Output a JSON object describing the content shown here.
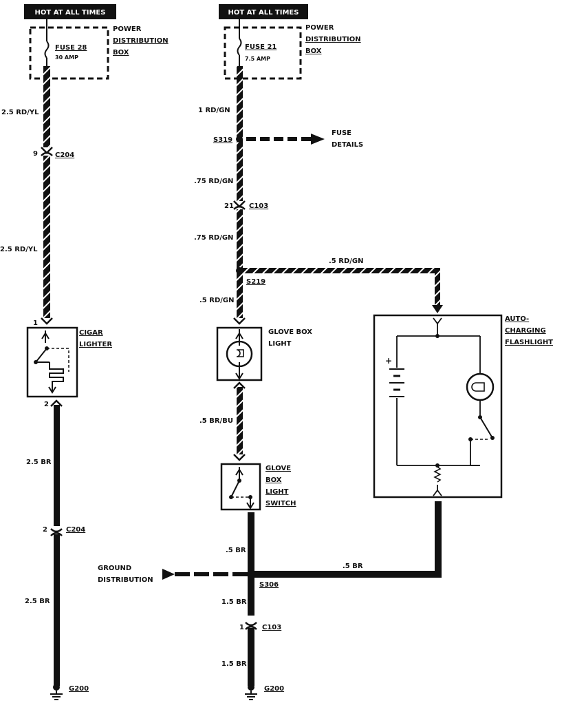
{
  "header_left": "HOT AT ALL TIMES",
  "header_right": "HOT AT ALL TIMES",
  "fuse_left": {
    "name": "FUSE 28",
    "rating": "30 AMP"
  },
  "fuse_right": {
    "name": "FUSE 21",
    "rating": "7.5 AMP"
  },
  "pdb_left": [
    "POWER",
    "DISTRIBUTION",
    "BOX"
  ],
  "pdb_right": [
    "POWER",
    "DISTRIBUTION",
    "BOX"
  ],
  "left": {
    "wire1": "2.5 RD/YL",
    "c204_top_pin": "9",
    "c204_top": "C204",
    "wire2": "2.5 RD/YL",
    "lighter_pin1": "1",
    "lighter_pin2": "2",
    "lighter_label": [
      "CIGAR",
      "LIGHTER"
    ],
    "wire3": "2.5 BR",
    "c204_bot_pin": "2",
    "c204_bot": "C204",
    "wire4": "2.5 BR",
    "ground": "G200"
  },
  "right": {
    "wire1": "1 RD/GN",
    "s319": "S319",
    "fuse_details": [
      "FUSE",
      "DETAILS"
    ],
    "wire2": ".75 RD/GN",
    "c103_top_pin": "21",
    "c103_top": "C103",
    "wire3": ".75 RD/GN",
    "s219": "S219",
    "wire_flash": ".5 RD/GN",
    "wire4": ".5 RD/GN",
    "glove_light": [
      "GLOVE BOX",
      "LIGHT"
    ],
    "wire5": ".5 BR/BU",
    "glove_switch": [
      "GLOVE",
      "BOX",
      "LIGHT",
      "SWITCH"
    ],
    "wire6": ".5 BR",
    "ground_dist": [
      "GROUND",
      "DISTRIBUTION"
    ],
    "wire_flash_br": ".5 BR",
    "s306": "S306",
    "wire7": "1.5 BR",
    "c103_bot_pin": "1",
    "c103_bot": "C103",
    "wire8": "1.5 BR",
    "ground": "G200"
  },
  "flashlight": {
    "label": [
      "AUTO-",
      "CHARGING",
      "FLASHLIGHT"
    ],
    "plus": "+"
  }
}
